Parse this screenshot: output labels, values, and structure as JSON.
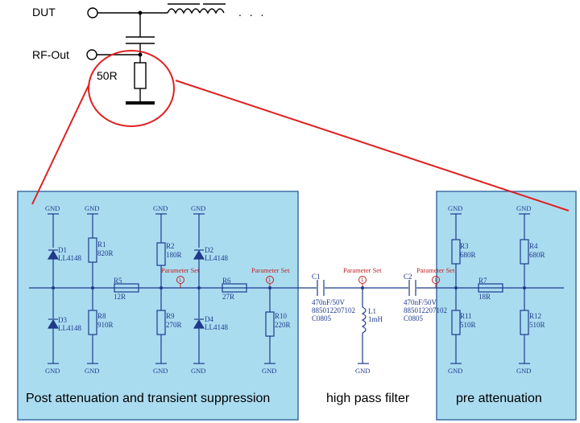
{
  "top": {
    "dut_label": "DUT",
    "rfout_label": "RF-Out",
    "resistor_label": "50R",
    "ellipsis": ". . ."
  },
  "sections": {
    "left": "Post attenuation and transient suppression",
    "middle": "high pass filter",
    "right": "pre attenuation"
  },
  "gnd_label": "GND",
  "parameter_set_label": "Parameter Set",
  "parameter_set_marker": "1",
  "components": {
    "D1": {
      "ref": "D1",
      "value": "LL4148"
    },
    "D2": {
      "ref": "D2",
      "value": "LL4148"
    },
    "D3": {
      "ref": "D3",
      "value": "LL4148"
    },
    "D4": {
      "ref": "D4",
      "value": "LL4148"
    },
    "R1": {
      "ref": "R1",
      "value": "820R"
    },
    "R2": {
      "ref": "R2",
      "value": "180R"
    },
    "R3": {
      "ref": "R3",
      "value": "680R"
    },
    "R4": {
      "ref": "R4",
      "value": "680R"
    },
    "R5": {
      "ref": "R5",
      "value": "12R"
    },
    "R6": {
      "ref": "R6",
      "value": "27R"
    },
    "R7": {
      "ref": "R7",
      "value": "18R"
    },
    "R8": {
      "ref": "R8",
      "value": "910R"
    },
    "R9": {
      "ref": "R9",
      "value": "270R"
    },
    "R10": {
      "ref": "R10",
      "value": "220R"
    },
    "R11": {
      "ref": "R11",
      "value": "510R"
    },
    "R12": {
      "ref": "R12",
      "value": "510R"
    },
    "C1": {
      "ref": "C1",
      "value": "470nF/50V",
      "part": "885012207102",
      "pkg": "C0805"
    },
    "C2": {
      "ref": "C2",
      "value": "470nF/50V",
      "part": "885012207102",
      "pkg": "C0805"
    },
    "L1": {
      "ref": "L1",
      "value": "1mH"
    }
  }
}
